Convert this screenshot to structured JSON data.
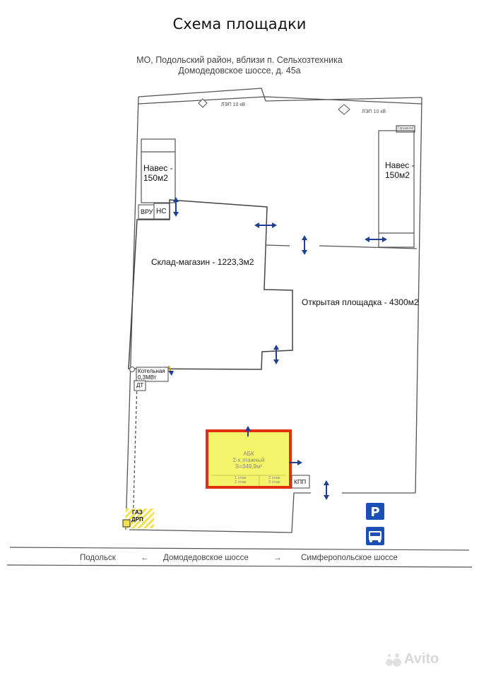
{
  "header": {
    "title": "Схема площадки",
    "address_line1": "МО, Подольский район, вблизи п. Сельхозтехника",
    "address_line2": "Домодедовское шоссе, д. 45а"
  },
  "power_lines": {
    "left": "ЛЭП 10 кВ",
    "right": "ЛЭП 10 кВ"
  },
  "buildings": {
    "canopy_left": "Навес - 150м2",
    "canopy_right": "Навес - 150м2",
    "canopy_right_tag": "Гаражное",
    "vru": "ВРУ",
    "ns": "НС",
    "warehouse": "Склад-магазин - 1223,3м2",
    "open_area": "Открытая площадка - 4300м2",
    "boiler_line1": "Котельная",
    "boiler_line2": "0,3МВт",
    "dt": "ДТ",
    "kpp": "КПП",
    "gas_line1": "ГАЗ",
    "gas_line2": "ДРП",
    "abk_line1": "АБК",
    "abk_line2": "2-х этажный",
    "abk_line3": "S=349,9м²",
    "abk_floor1": "1 этаж",
    "abk_floor1_b": "2 этаж",
    "abk_floor2": "2 этаж",
    "abk_floor2_b": "3 этаж"
  },
  "icons": {
    "parking": "P",
    "bus": "bus-stop-icon"
  },
  "road": {
    "left": "Подольск",
    "arrow_left": "←",
    "name": "Домодедовское шоссе",
    "arrow_right": "→",
    "right": "Симферопольское шоссе"
  },
  "watermark": "Avito",
  "colors": {
    "arrow": "#1f3f95",
    "highlight_fill": "#f4f46a",
    "highlight_border": "#e03010",
    "gas_yellow": "#f2e14a"
  }
}
